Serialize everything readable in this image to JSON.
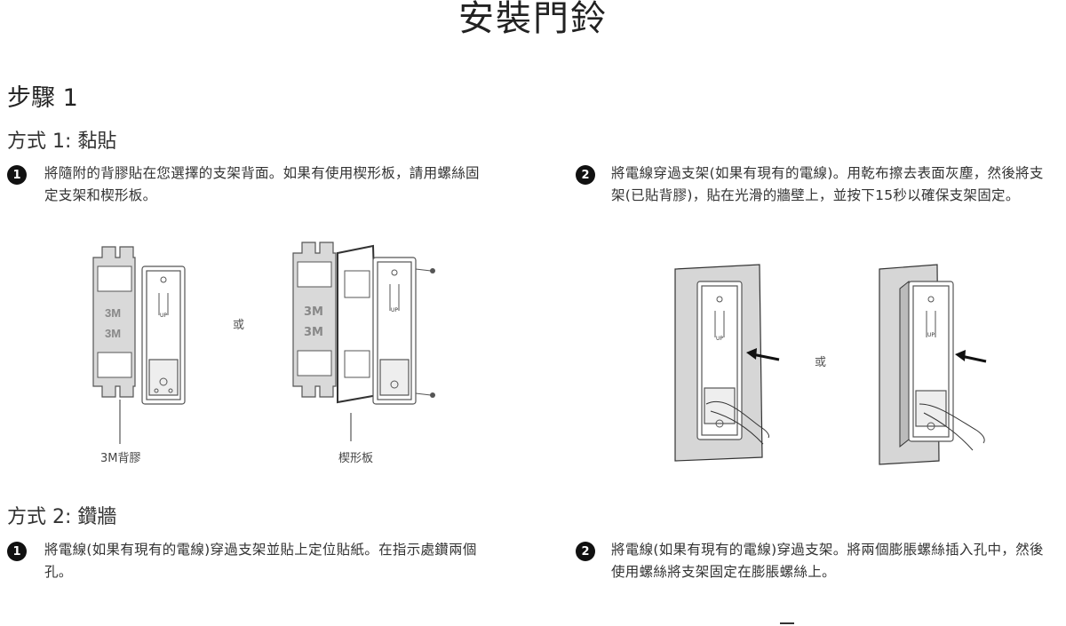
{
  "page_title": "安裝門鈴",
  "step": {
    "title": "步驟 1"
  },
  "method1": {
    "title": "方式 1: 黏貼",
    "steps": [
      {
        "number": "1",
        "text": "將隨附的背膠貼在您選擇的支架背面。如果有使用楔形板，請用螺絲固定支架和楔形板。"
      },
      {
        "number": "2",
        "text": "將電線穿過支架(如果有現有的電線)。用乾布擦去表面灰塵，然後將支架(已貼背膠)，貼在光滑的牆壁上，並按下15秒以確保支架固定。"
      }
    ],
    "figure_left": {
      "adhesive_label": "3M背膠",
      "wedge_label": "楔形板",
      "or_text": "或",
      "tape_text": "3M",
      "up_text": "UP"
    },
    "figure_right": {
      "or_text": "或",
      "up_text": "UP"
    }
  },
  "method2": {
    "title": "方式 2: 鑽牆",
    "steps": [
      {
        "number": "1",
        "text": "將電線(如果有現有的電線)穿過支架並貼上定位貼紙。在指示處鑽兩個孔。"
      },
      {
        "number": "2",
        "text": "將電線(如果有現有的電線)穿過支架。將兩個膨脹螺絲插入孔中，然後使用螺絲將支架固定在膨脹螺絲上。"
      }
    ]
  }
}
